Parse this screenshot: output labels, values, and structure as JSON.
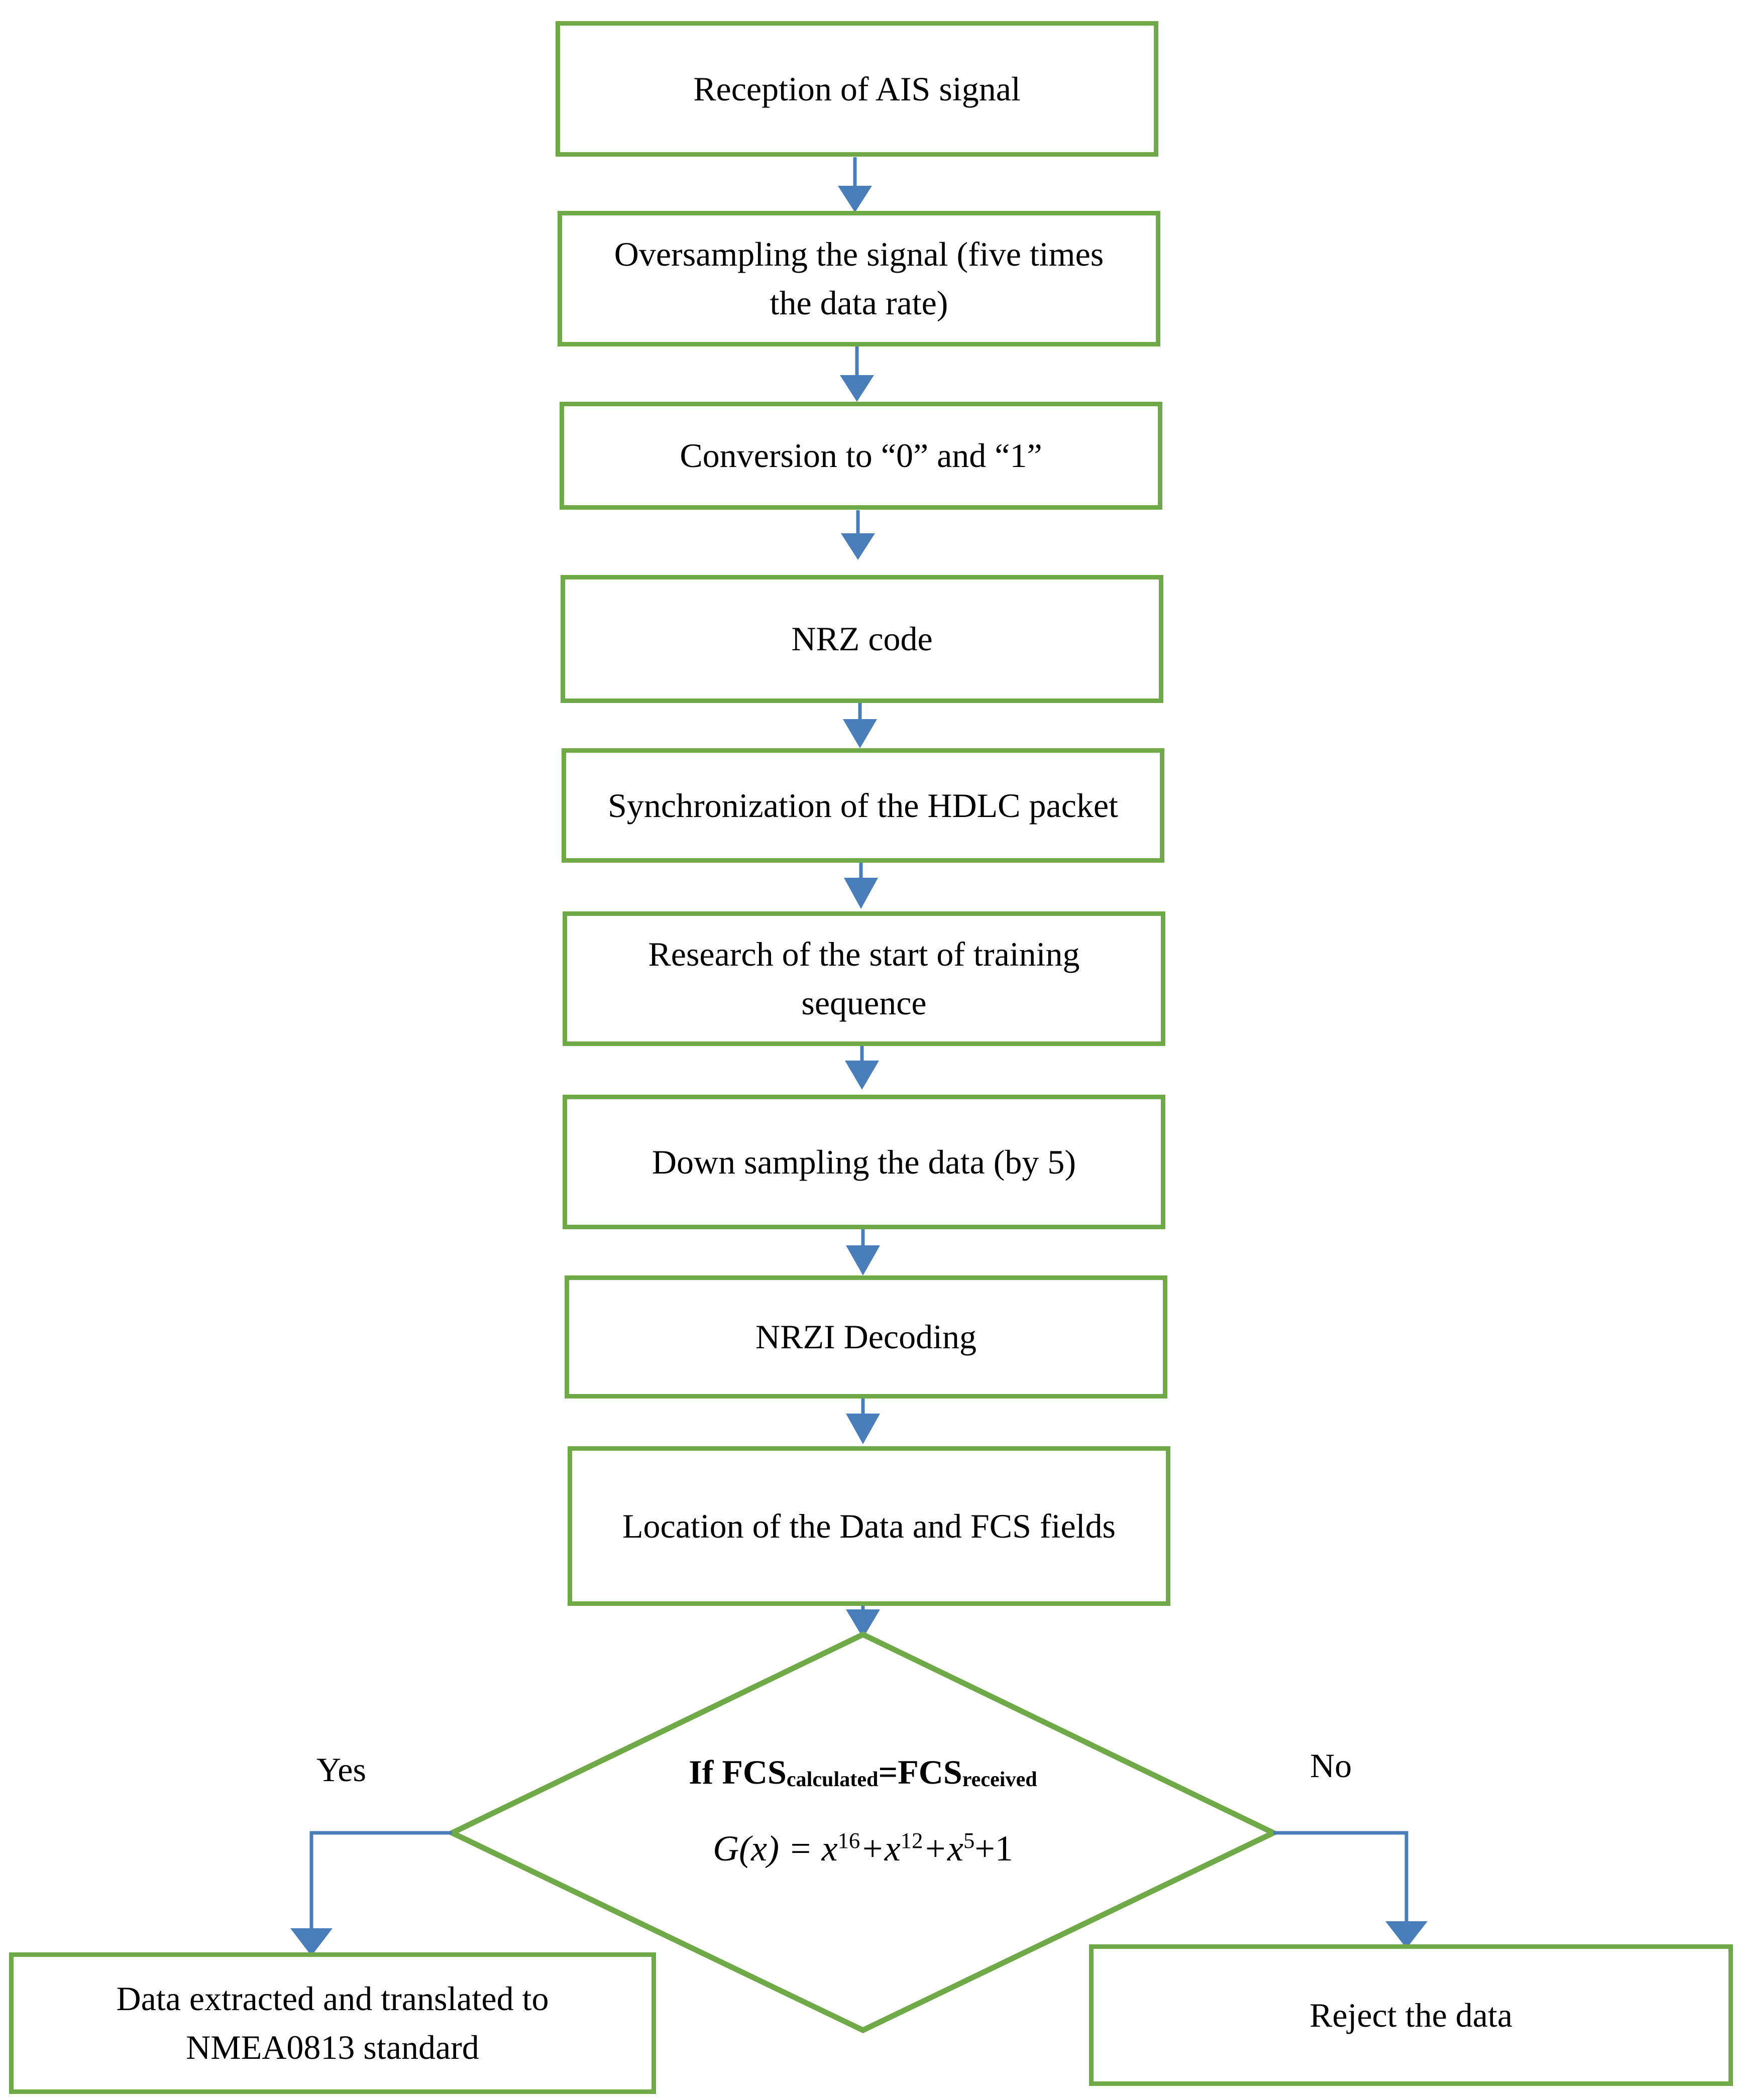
{
  "diagram": {
    "title": "AIS signal reception and decoding flowchart",
    "type": "flowchart",
    "colors": {
      "node_border": "#6FA948",
      "node_fill": "#FFFFFF",
      "connector": "#4A7EBB",
      "text": "#000000",
      "background": "#FFFFFF"
    },
    "nodes": [
      {
        "id": "n1",
        "shape": "process",
        "label": "Reception of AIS signal"
      },
      {
        "id": "n2",
        "shape": "process",
        "label": "Oversampling the signal (five times\nthe data rate)"
      },
      {
        "id": "n3",
        "shape": "process",
        "label": "Conversion to “0” and “1”"
      },
      {
        "id": "n4",
        "shape": "process",
        "label": "NRZ code"
      },
      {
        "id": "n5",
        "shape": "process",
        "label": "Synchronization of the HDLC packet"
      },
      {
        "id": "n6",
        "shape": "process",
        "label": "Research of the start of training\nsequence"
      },
      {
        "id": "n7",
        "shape": "process",
        "label": "Down sampling the data (by 5)"
      },
      {
        "id": "n8",
        "shape": "process",
        "label": "NRZI Decoding"
      },
      {
        "id": "n9",
        "shape": "process",
        "label": "Location of the Data and FCS fields"
      },
      {
        "id": "n11",
        "shape": "process",
        "label": "Data extracted and translated to\nNMEA0813 standard"
      },
      {
        "id": "n12",
        "shape": "process",
        "label": "Reject the data"
      }
    ],
    "decision": {
      "id": "n10",
      "shape": "diamond",
      "condition_prefix": "If FCS",
      "condition_sub_left": "calculated",
      "condition_eq": "=FCS",
      "condition_sub_right": "received",
      "formula_lhs": "G(x) = x",
      "formula_exp1": "16",
      "formula_plus1": "+x",
      "formula_exp2": "12",
      "formula_plus2": "+x",
      "formula_exp3": "5",
      "formula_tail": "+1",
      "formula_plain": "G(x) = x16+x12+x5+1"
    },
    "branches": [
      {
        "id": "yes",
        "label": "Yes",
        "from": "n10",
        "to": "n11"
      },
      {
        "id": "no",
        "label": "No",
        "from": "n10",
        "to": "n12"
      }
    ],
    "edges": [
      {
        "from": "n1",
        "to": "n2"
      },
      {
        "from": "n2",
        "to": "n3"
      },
      {
        "from": "n3",
        "to": "n4"
      },
      {
        "from": "n4",
        "to": "n5"
      },
      {
        "from": "n5",
        "to": "n6"
      },
      {
        "from": "n6",
        "to": "n7"
      },
      {
        "from": "n7",
        "to": "n8"
      },
      {
        "from": "n8",
        "to": "n9"
      },
      {
        "from": "n9",
        "to": "n10"
      }
    ]
  }
}
